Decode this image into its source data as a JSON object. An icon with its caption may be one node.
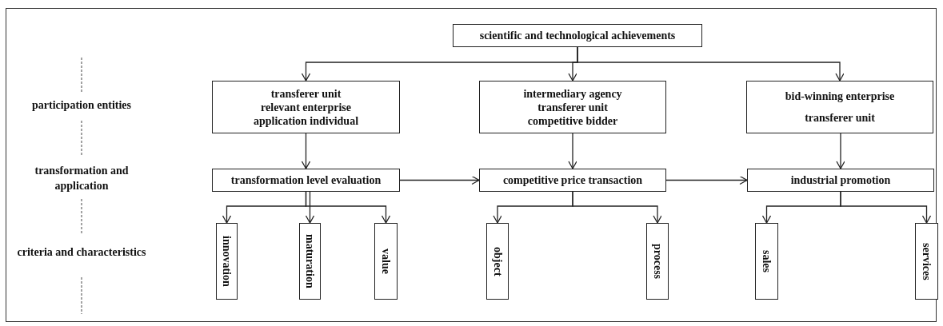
{
  "diagram": {
    "nodes": [
      {
        "text": [
          "scientific and technological achievements"
        ]
      },
      {
        "text": [
          "transferer unit",
          "relevant enterprise",
          "application individual"
        ]
      },
      {
        "text": [
          "intermediary agency",
          "transferer unit",
          "competitive bidder"
        ]
      },
      {
        "text": [
          "bid-winning enterprise",
          "transferer unit"
        ]
      },
      {
        "text": [
          "transformation level evaluation"
        ]
      },
      {
        "text": [
          "competitive price transaction"
        ]
      },
      {
        "text": [
          "industrial promotion"
        ]
      },
      {
        "text": [
          "innovation"
        ]
      },
      {
        "text": [
          "maturation"
        ]
      },
      {
        "text": [
          "value"
        ]
      },
      {
        "text": [
          "object"
        ]
      },
      {
        "text": [
          "process"
        ]
      },
      {
        "text": [
          "sales"
        ]
      },
      {
        "text": [
          "services"
        ]
      }
    ],
    "edges": [
      {
        "from": 0,
        "to": 1,
        "arrow": "to"
      },
      {
        "from": 0,
        "to": 2,
        "arrow": "to"
      },
      {
        "from": 0,
        "to": 3,
        "arrow": "to"
      },
      {
        "from": 1,
        "to": 4,
        "arrow": "to"
      },
      {
        "from": 2,
        "to": 5,
        "arrow": "to"
      },
      {
        "from": 3,
        "to": 6,
        "arrow": "to"
      },
      {
        "from": 4,
        "to": 5,
        "arrow": "to"
      },
      {
        "from": 5,
        "to": 6,
        "arrow": "to"
      },
      {
        "from": 4,
        "to": 7,
        "arrow": "to"
      },
      {
        "from": 4,
        "to": 8,
        "arrow": "to"
      },
      {
        "from": 4,
        "to": 9,
        "arrow": "to"
      },
      {
        "from": 5,
        "to": 10,
        "arrow": "to"
      },
      {
        "from": 5,
        "to": 11,
        "arrow": "to"
      },
      {
        "from": 6,
        "to": 12,
        "arrow": "to"
      },
      {
        "from": 6,
        "to": 13,
        "arrow": "to"
      }
    ],
    "labels": [
      "participation entities",
      "transformation and application",
      "criteria and characteristics"
    ]
  }
}
